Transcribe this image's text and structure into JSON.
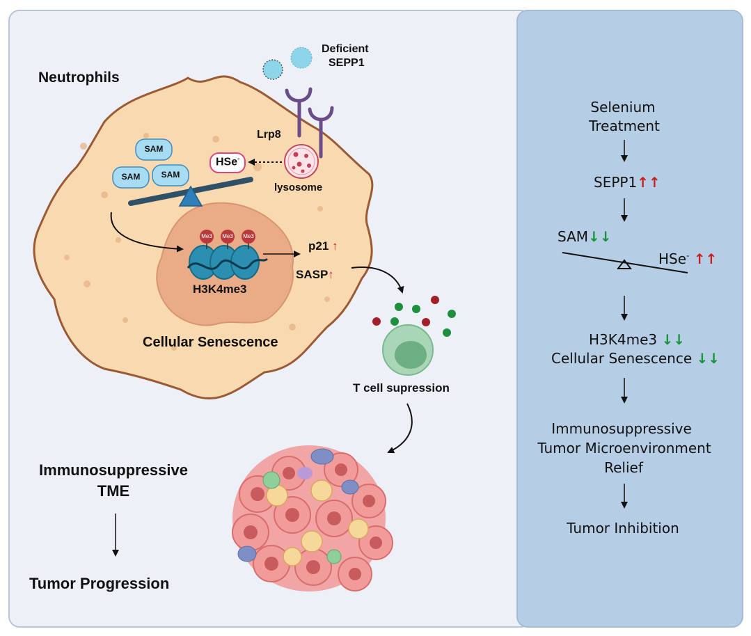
{
  "left": {
    "neutrophils": "Neutrophils",
    "deficient_line1": "Deficient",
    "deficient_line2": "SEPP1",
    "lrp8": "Lrp8",
    "hse": "HSe",
    "hse_sup": "-",
    "lysosome": "lysosome",
    "sam": [
      "SAM",
      "SAM",
      "SAM"
    ],
    "me3": [
      "Me3",
      "Me3",
      "Me3"
    ],
    "h3k4me3": "H3K4me3",
    "p21": "p21",
    "sasp": "SASP",
    "up_arrow": "↑",
    "senescence": "Cellular Senescence",
    "tcell": "T cell supression",
    "tme_line1": "Immunosuppressive",
    "tme_line2": "TME",
    "progression": "Tumor Progression"
  },
  "right": {
    "selenium_line1": "Selenium",
    "selenium_line2": "Treatment",
    "sepp1": "SEPP1",
    "sam": "SAM",
    "hse": "HSe",
    "hse_sup": "-",
    "h3k4me3": "H3K4me3",
    "senescence": "Cellular Senescence",
    "tme_line1": "Immunosuppressive",
    "tme_line2": "Tumor Microenvironment",
    "tme_line3": "Relief",
    "inhibition": "Tumor Inhibition",
    "up_pair": "↑↑",
    "down_pair": "↓↓"
  },
  "colors": {
    "cell_fill": "#f8d9b0",
    "cell_stroke": "#9a5a33",
    "nucleus": "#e9ac86",
    "sam_fill": "#a7dcf3",
    "hse_border": "#e0457b",
    "nucleosome": "#2a8fb0",
    "me3": "#b8383b",
    "receptor": "#6a4c88",
    "up": "#c81e1e",
    "down": "#17943a"
  }
}
